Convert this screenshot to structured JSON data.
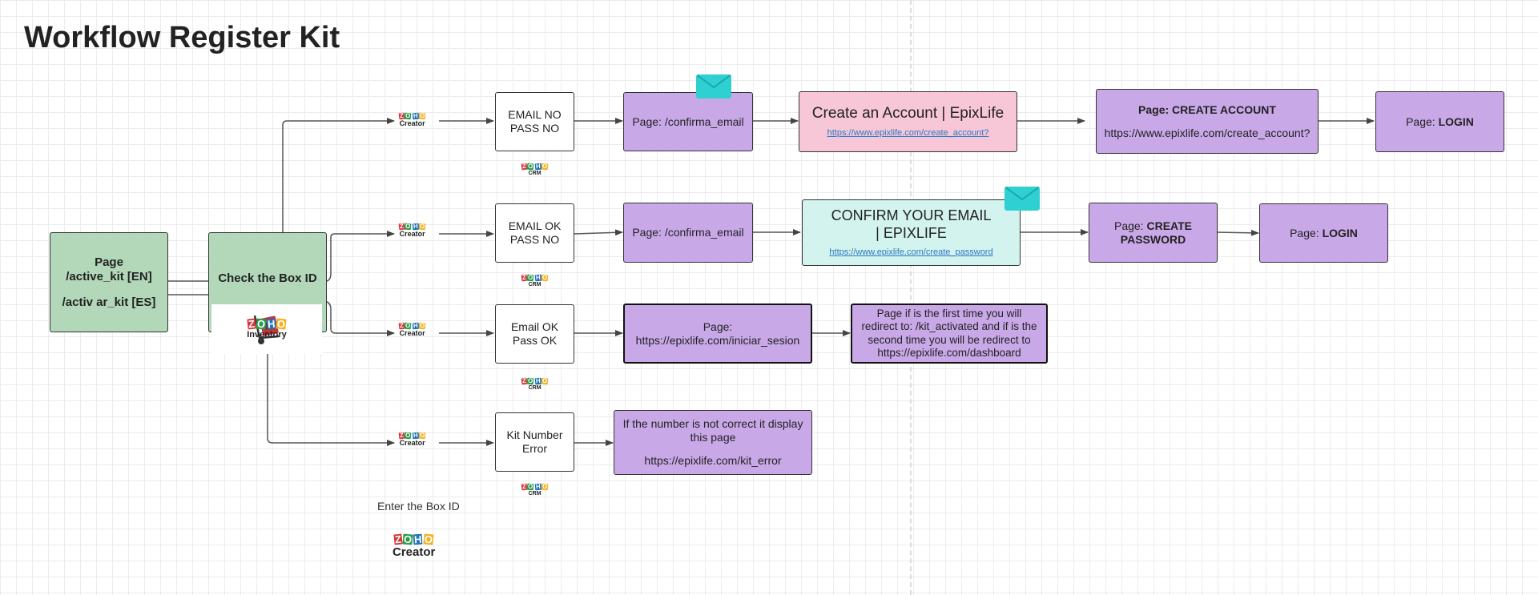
{
  "title": "Workflow Register Kit",
  "colors": {
    "green": "#b2d8b9",
    "purple": "#c9a8e8",
    "pink": "#f7c7d7",
    "teal": "#d3f3ee",
    "envelope": "#2fd0d2",
    "link": "#2b7ac2"
  },
  "start": {
    "line1": "Page",
    "line2": "/active_kit [EN]",
    "line3": "/activ ar_kit [ES]"
  },
  "check": {
    "label": "Check the Box ID"
  },
  "logos": {
    "zoho": [
      "Z",
      "O",
      "H",
      "O"
    ],
    "creator": "Creator",
    "crm": "CRM",
    "inventory": "Inventory"
  },
  "row1": {
    "status_l1": "EMAIL NO",
    "status_l2": "PASS  NO",
    "page": "Page: /confirma_email",
    "email_title": "Create an Account | EpixLife",
    "email_link": "https://www.epixlife.com/create_account?",
    "create_bold": "Page: CREATE ACCOUNT",
    "create_url": "https://www.epixlife.com/create_account?",
    "login_prefix": "Page: ",
    "login_bold": "LOGIN"
  },
  "row2": {
    "status_l1": "EMAIL OK",
    "status_l2": "PASS NO",
    "page": "Page: /confirma_email",
    "email_title_l1": "CONFIRM YOUR EMAIL",
    "email_title_l2": "| EPIXLIFE",
    "email_link": "https://www.epixlife.com/create_password",
    "create_prefix": "Page: ",
    "create_bold_l1": "CREATE",
    "create_bold_l2": "PASSWORD",
    "login_prefix": "Page: ",
    "login_bold": "LOGIN"
  },
  "row3": {
    "status_l1": "Email OK",
    "status_l2": "Pass OK",
    "page_l1": "Page:",
    "page_l2": "https://epixlife.com/iniciar_sesion",
    "redirect_l1": "Page if is the first time you will",
    "redirect_l2": "redirect to: /kit_activated and if is the",
    "redirect_l3": "second time you will be redirect to",
    "redirect_l4": "https://epixlife.com/dashboard"
  },
  "row4": {
    "status_l1": "Kit Number",
    "status_l2": "Error",
    "error_l1": "If the number is not correct it display",
    "error_l2": "this page",
    "error_url": "https://epixlife.com/kit_error"
  },
  "enter_label": "Enter the Box ID"
}
